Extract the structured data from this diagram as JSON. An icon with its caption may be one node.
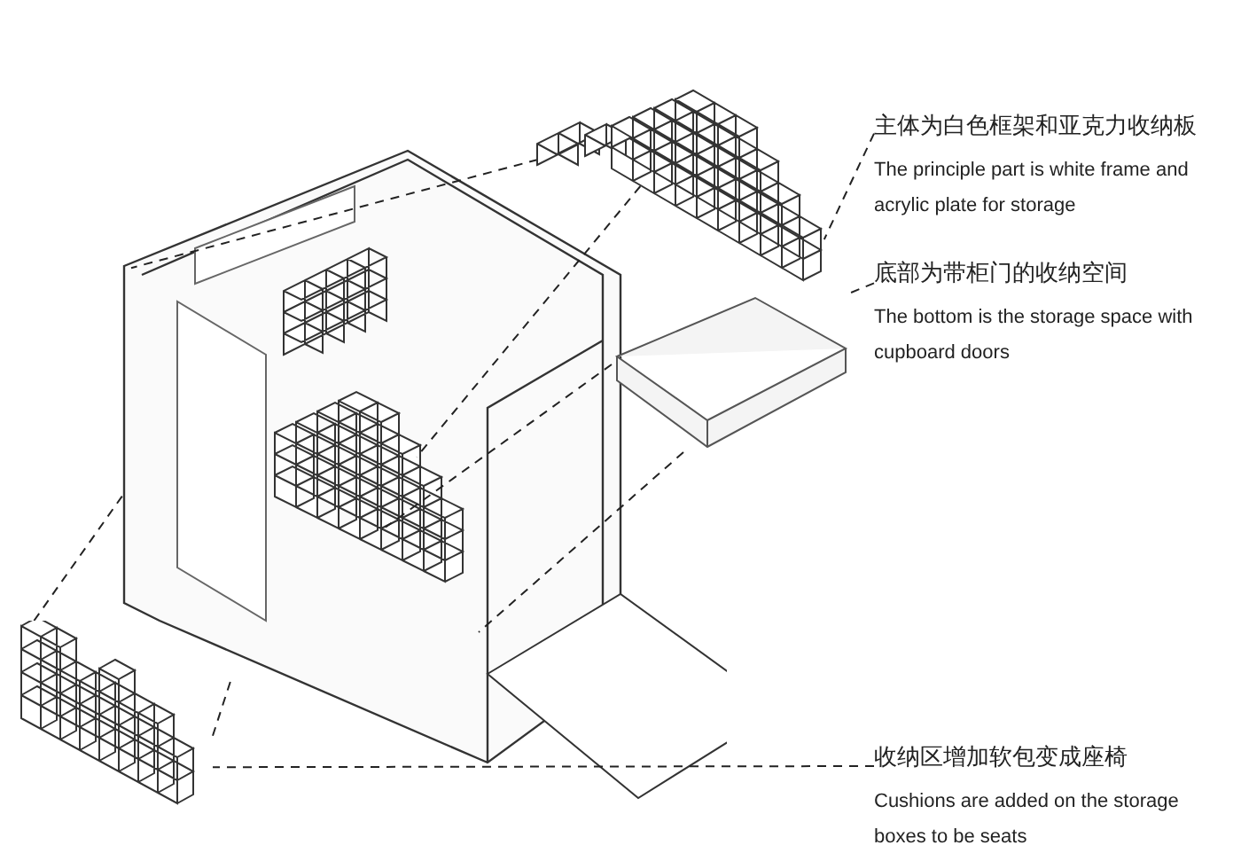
{
  "diagram": {
    "nodes": [
      {
        "text": [
          "主体为白色框架和亚克力收纳板",
          "The principle part is white frame and acrylic plate for storage"
        ]
      },
      {
        "text": [],
        "shape": "picture"
      },
      {
        "text": [
          "底部为带柜门的收纳空间",
          "The bottom is the storage space with cupboard doors"
        ]
      },
      {
        "text": [],
        "shape": "box"
      },
      {
        "text": [
          "收纳区增加软包变成座椅",
          "Cushions are added on the storage boxes to be seats"
        ]
      },
      {
        "text": [],
        "shape": "picture"
      },
      {
        "text": [],
        "shape": "picture"
      }
    ],
    "edges": [
      {
        "from": 0,
        "to": 1,
        "arrow": "none",
        "style": "dashed"
      },
      {
        "from": 2,
        "to": 3,
        "arrow": "none",
        "style": "dashed"
      },
      {
        "from": 4,
        "to": 5,
        "arrow": "none",
        "style": "dashed"
      },
      {
        "from": 1,
        "to": 6,
        "arrow": "none",
        "style": "dashed"
      },
      {
        "from": 1,
        "to": 6,
        "arrow": "none",
        "style": "dashed"
      },
      {
        "from": 3,
        "to": 6,
        "arrow": "none",
        "style": "dashed"
      },
      {
        "from": 3,
        "to": 6,
        "arrow": "none",
        "style": "dashed"
      },
      {
        "from": 5,
        "to": 6,
        "arrow": "none",
        "style": "dashed"
      },
      {
        "from": 5,
        "to": 6,
        "arrow": "none",
        "style": "dashed"
      }
    ]
  }
}
